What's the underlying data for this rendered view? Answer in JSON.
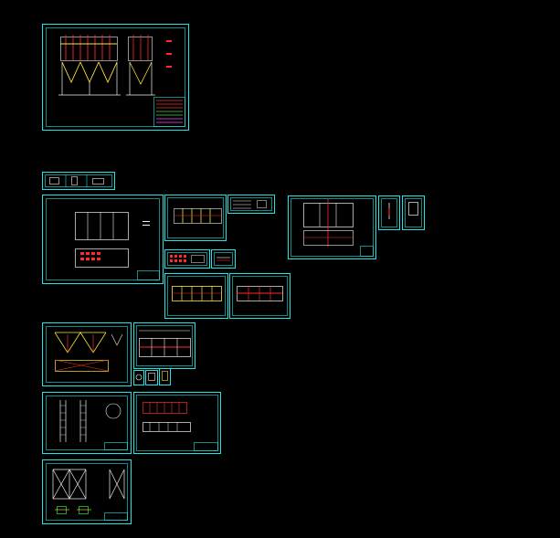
{
  "viewport": {
    "background": "#000000"
  },
  "colors": {
    "frame": "#1ee6e6",
    "red": "#ff2a2a",
    "yellow": "#ffe23a",
    "white": "#f0f0f0",
    "green": "#34e034",
    "magenta": "#ff40ff"
  },
  "sheets": [
    {
      "id": "general-assembly"
    },
    {
      "id": "small-details-strip"
    },
    {
      "id": "housing-plan"
    },
    {
      "id": "tube-sheet-elevation"
    },
    {
      "id": "parts-list-a"
    },
    {
      "id": "inlet-box"
    },
    {
      "id": "small-part-a"
    },
    {
      "id": "small-part-b"
    },
    {
      "id": "red-grid-a"
    },
    {
      "id": "red-grid-b"
    },
    {
      "id": "frame-elevation-yellow"
    },
    {
      "id": "frame-elevation-red"
    },
    {
      "id": "hopper-section"
    },
    {
      "id": "beam-layout"
    },
    {
      "id": "detail-c"
    },
    {
      "id": "detail-d"
    },
    {
      "id": "detail-e"
    },
    {
      "id": "ladder-detail"
    },
    {
      "id": "walkway-plan"
    },
    {
      "id": "support-structure"
    }
  ]
}
